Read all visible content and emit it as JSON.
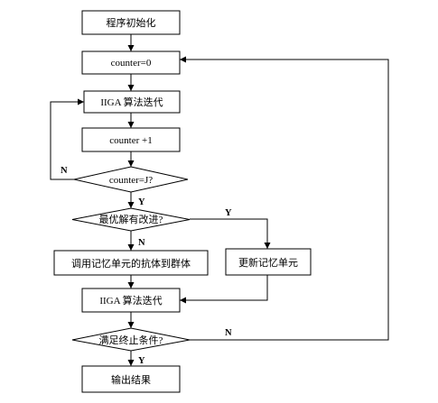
{
  "flowchart": {
    "nodes": {
      "init": "程序初始化",
      "counter_zero": "counter=0",
      "iiga_1": "IIGA 算法迭代",
      "counter_inc": "counter +1",
      "check_j": "counter=J?",
      "improved": "最优解有改进?",
      "call_memory": "调用记忆单元的抗体到群体",
      "update_memory": "更新记忆单元",
      "iiga_2": "IIGA 算法迭代",
      "terminate": "满足终止条件?",
      "output": "输出结果"
    },
    "edges": {
      "check_j_no": "N",
      "check_j_yes": "Y",
      "improved_yes": "Y",
      "improved_no": "N",
      "terminate_no": "N",
      "terminate_yes": "Y"
    }
  }
}
